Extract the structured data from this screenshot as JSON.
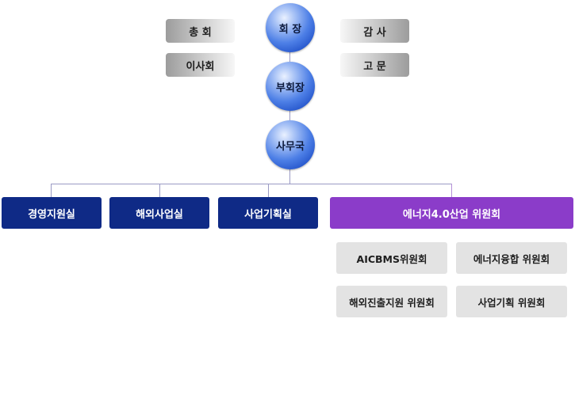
{
  "top": {
    "general_meeting": "총 회",
    "board": "이사회",
    "audit": "감 사",
    "advisor": "고 문"
  },
  "executives": {
    "chairman": "회 장",
    "vice_chairman": "부회장",
    "secretariat": "사무국"
  },
  "departments": [
    "경영지원실",
    "해외사업실",
    "사업기획실",
    "에너지4.0산업 위원회"
  ],
  "committees": [
    "AICBMS위원회",
    "에너지융합 위원회",
    "해외진출지원 위원회",
    "사업기획 위원회"
  ],
  "colors": {
    "department_navy": "#0f2a86",
    "committee_purple": "#8b3cc9",
    "connector": "#9a9ac4",
    "executive_blue": "#1f4fc7"
  }
}
